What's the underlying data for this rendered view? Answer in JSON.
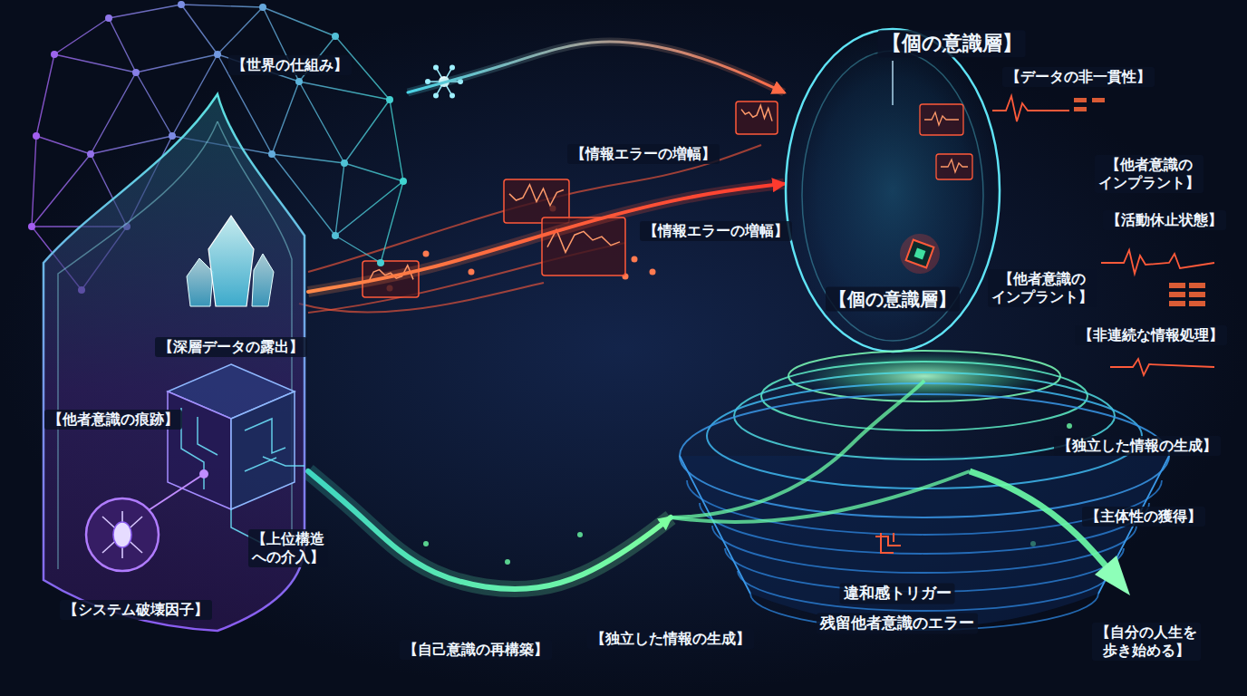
{
  "diagram": {
    "nodes": [
      {
        "text": [
          "【世界の仕組み】"
        ]
      },
      {
        "text": [
          "【深層データの露出】"
        ]
      },
      {
        "text": [
          "【システム破壊因子】"
        ],
        "in": 1
      },
      {
        "text": [
          "【個の意識層】"
        ]
      },
      {
        "text": [
          "違和感トリガー",
          "残留他者意識のエラー"
        ]
      }
    ],
    "edges": [
      {
        "from": 0,
        "to": 3,
        "arrow": "to"
      },
      {
        "from": 1,
        "to": 3,
        "arrow": "to"
      },
      {
        "from": 1,
        "to": 4,
        "arrow": "to"
      }
    ],
    "labels": [
      "【個の意識層】",
      "【データの非一貫性】",
      "【他者意識の インプラント】",
      "【活動休止状態】",
      "【他者意識の インプラント】",
      "【非連続な情報処理】",
      "【情報エラーの増幅】",
      "【情報エラーの増幅】",
      "【他者意識の痕跡】",
      "【上位構造 への介入】",
      "【自己意識の再構築】",
      "【独立した情報の生成】",
      "【独立した情報の生成】",
      "【主体性の獲得】",
      "【自分の人生を 歩き始める】"
    ]
  }
}
